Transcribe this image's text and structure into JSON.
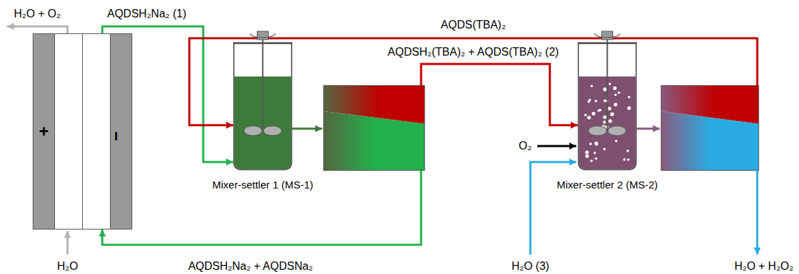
{
  "diagram": {
    "nodes": [
      {
        "text": [
          "+",
          "−"
        ]
      },
      {
        "text": [
          "Mixer-settler 1 (MS-1)"
        ]
      },
      {
        "text": [
          "Mixer-settler 2 (MS-2)"
        ]
      }
    ],
    "edges": [
      {
        "from": 0,
        "to": 1,
        "arrow": "to",
        "label": "AQDSH₂Na₂ (1)"
      },
      {
        "from": 1,
        "to": 2,
        "arrow": "to",
        "label": "AQDSH₂(TBA)₂ + AQDS(TBA)₂ (2)"
      },
      {
        "from": 2,
        "to": 1,
        "arrow": "to",
        "label": "AQDS(TBA)₂"
      },
      {
        "from": 1,
        "to": 0,
        "arrow": "to",
        "label": "AQDSH₂Na₂ + AQDSNa₂"
      }
    ],
    "labels": [
      "H₂O + O₂",
      "H₂O",
      "O₂",
      "H₂O (3)",
      "H₂O + H₂O₂"
    ]
  }
}
